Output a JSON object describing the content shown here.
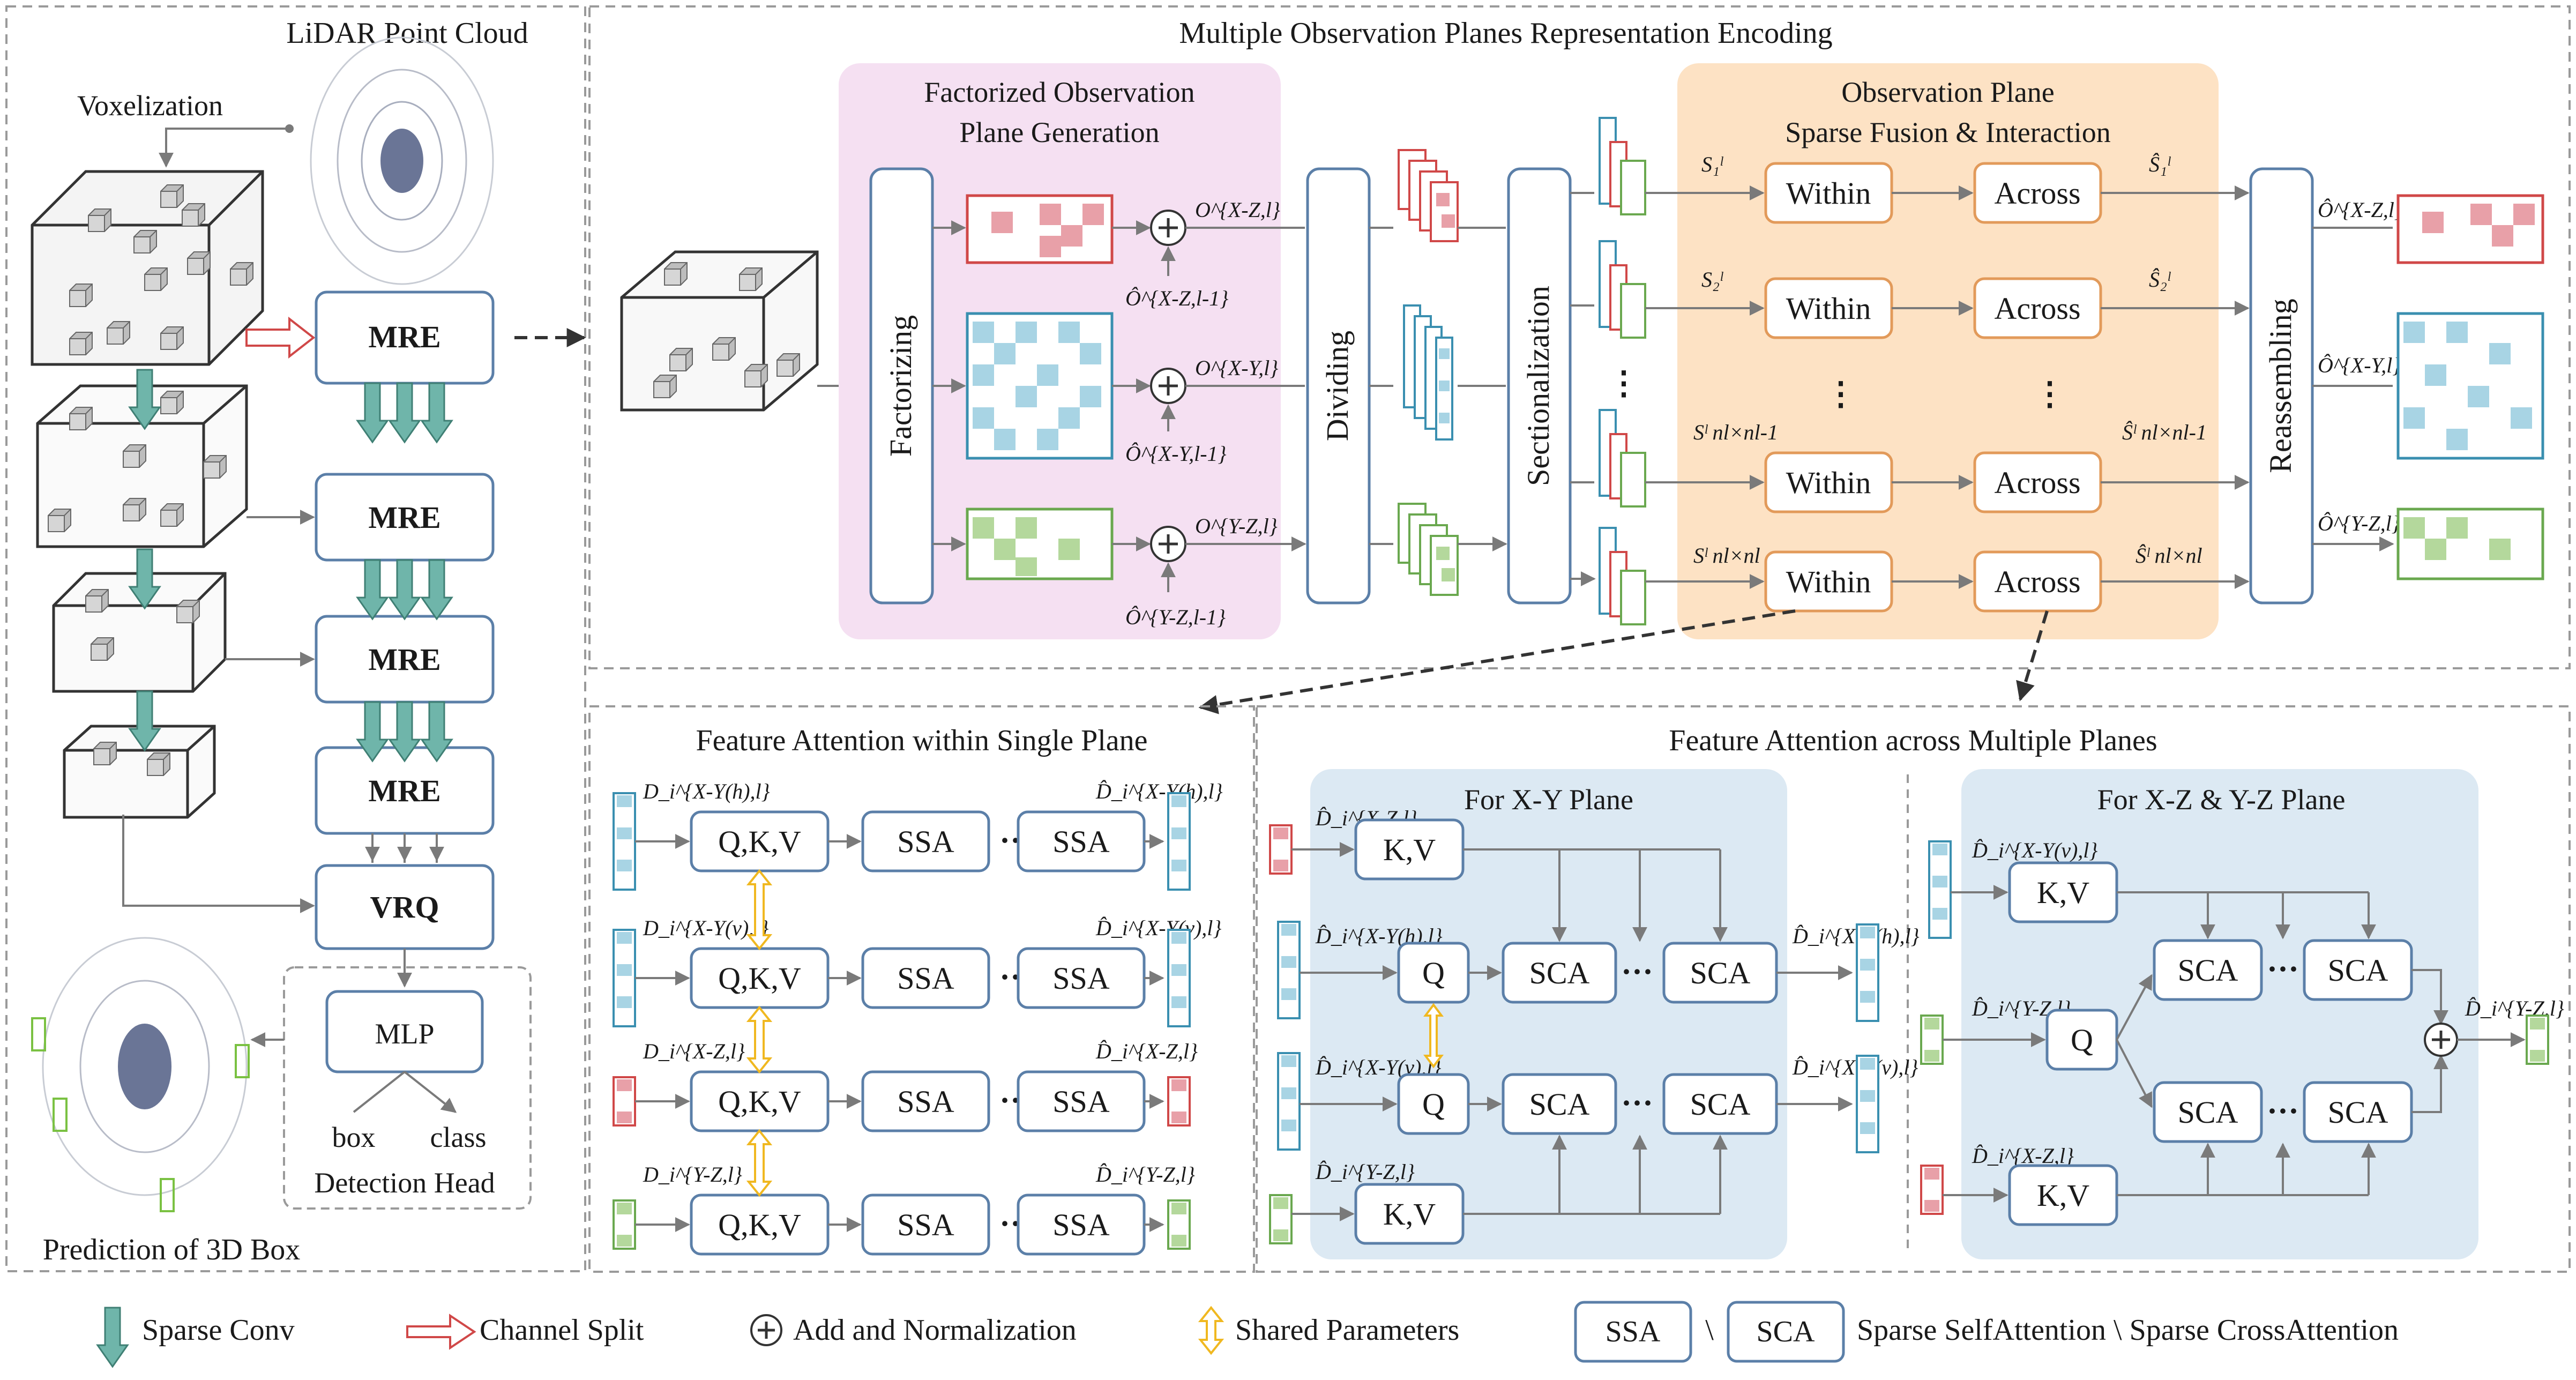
{
  "left": {
    "title": "LiDAR Point Cloud",
    "voxelization": "Voxelization",
    "mre": "MRE",
    "vrq": "VRQ",
    "mlp": "MLP",
    "box": "box",
    "class": "class",
    "detection_head": "Detection Head",
    "prediction": "Prediction of 3D Box"
  },
  "top": {
    "title": "Multiple Observation Planes Representation Encoding",
    "fop_title_1": "Factorized Observation",
    "fop_title_2": "Plane Generation",
    "factorizing": "Factorizing",
    "dividing": "Dividing",
    "sectionalization": "Sectionalization",
    "reassembling": "Reassembling",
    "osf_title_1": "Observation Plane",
    "osf_title_2": "Sparse Fusion & Interaction",
    "within": "Within",
    "across": "Across",
    "o_xz": "O^{X-Z,l}",
    "o_xy": "O^{X-Y,l}",
    "o_yz": "O^{Y-Z,l}",
    "ohat_xz_prev": "Ô^{X-Z,l-1}",
    "ohat_xy_prev": "Ô^{X-Y,l-1}",
    "ohat_yz_prev": "Ô^{Y-Z,l-1}",
    "ohat_xz": "Ô^{X-Z,l}",
    "ohat_xy": "Ô^{X-Y,l}",
    "ohat_yz": "Ô^{Y-Z,l}",
    "s1": "S₁ˡ",
    "s2": "S₂ˡ",
    "sn1": "Sˡ nl×nl-1",
    "sn": "Sˡ nl×nl",
    "sh1": "Ŝ₁ˡ",
    "sh2": "Ŝ₂ˡ",
    "shn1": "Ŝˡ nl×nl-1",
    "shn": "Ŝˡ nl×nl"
  },
  "within_panel": {
    "title": "Feature Attention within Single Plane",
    "qkv": "Q,K,V",
    "ssa": "SSA",
    "in_labels": [
      "D_i^{X-Y(h),l}",
      "D_i^{X-Y(v),l}",
      "D_i^{X-Z,l}",
      "D_i^{Y-Z,l}"
    ],
    "out_labels": [
      "D̂_i^{X-Y(h),l}",
      "D̂_i^{X-Y(v),l}",
      "D̂_i^{X-Z,l}",
      "D̂_i^{Y-Z,l}"
    ]
  },
  "across_panel": {
    "title": "Feature Attention across Multiple Planes",
    "xy_title": "For X-Y Plane",
    "xzyz_title": "For X-Z & Y-Z Plane",
    "kv": "K,V",
    "q": "Q",
    "sca": "SCA",
    "xy_labels": [
      "D̂_i^{X-Z,l}",
      "D̂_i^{X-Y(h),l}",
      "D̂_i^{X-Y(v),l}",
      "D̂_i^{Y-Z,l}"
    ],
    "xy_out": [
      "D̂_i^{X-Y(h),l}",
      "D̂_i^{X-Y(v),l}"
    ],
    "xzyz_labels": [
      "D̂_i^{X-Y(v),l}",
      "D̂_i^{Y-Z,l}",
      "D̂_i^{X-Z,l}"
    ],
    "xzyz_out": "D̂_i^{Y-Z,l}"
  },
  "legend": {
    "sparse_conv": "Sparse Conv",
    "channel_split": "Channel Split",
    "add_norm": "Add and Normalization",
    "shared": "Shared Parameters",
    "ssa": "SSA",
    "sep": "\\",
    "sca": "SCA",
    "attn_text": "Sparse SelfAttention \\ Sparse CrossAttention"
  },
  "colors": {
    "box_stroke": "#5b7fa8",
    "red": "#d04848",
    "red_fill": "#e8a0a8",
    "blue": "#3a8fb0",
    "blue_fill": "#a8d4e4",
    "green": "#6aa84f",
    "green_fill": "#b4d89c",
    "teal": "#5aa59a",
    "pink_bg": "#f5e0f2",
    "orange_bg": "#fde2c4",
    "lightblue_bg": "#dce9f3",
    "yellow": "#f0b820"
  }
}
